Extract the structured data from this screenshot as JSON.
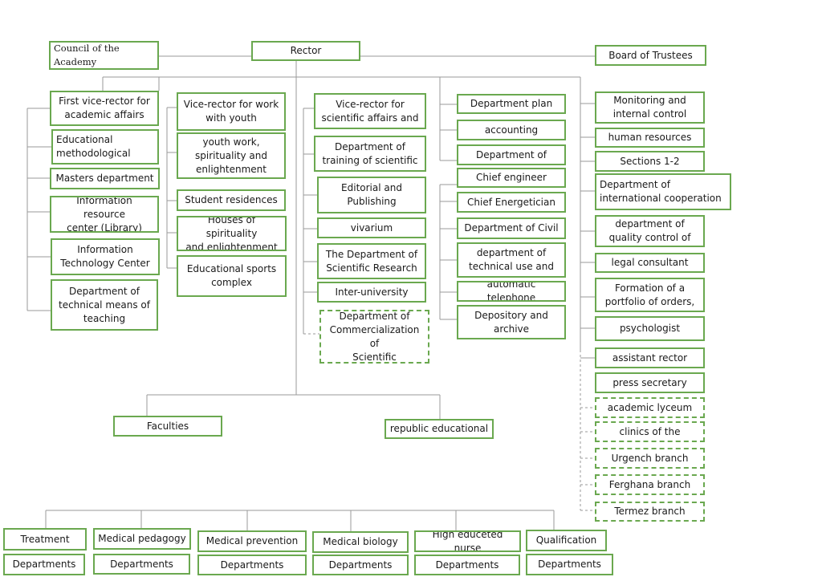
{
  "top": {
    "council": "Council of the Academy",
    "rector": "Rector",
    "board": "Board of Trustees"
  },
  "col1": [
    "First vice-rector for\nacademic affairs",
    "Educational\nmethodological",
    "Masters department",
    "Information resource\ncenter (Library)",
    "Information\nTechnology Center",
    "Department of\ntechnical means of\nteaching"
  ],
  "col2": [
    "Vice-rector for work\nwith youth",
    "youth work,\nspirituality and\nenlightenment",
    "Student residences",
    "Houses of spirituality\nand enlightenment",
    "Educational sports\ncomplex"
  ],
  "col3": [
    "Vice-rector for\nscientific affairs and",
    "Department of\ntraining of scientific",
    "Editorial and\nPublishing",
    "vivarium",
    "The Department of\nScientific Research",
    "Inter-university",
    "Department of\nCommercialization of\nScientific"
  ],
  "col4": [
    "Department plan",
    "accounting",
    "Department of",
    "Chief engineer",
    "Chief Energetician",
    "Department of Civil",
    "department of\ntechnical use and",
    "automatic telephone",
    "Depository and\narchive"
  ],
  "col5": [
    "Monitoring and\ninternal control",
    "human resources",
    "Sections 1-2",
    "Department of\ninternational cooperation",
    "department of\nquality control of",
    "legal consultant",
    "Formation of a\nportfolio of orders,",
    "psychologist",
    "assistant rector",
    "press secretary",
    "academic lyceum",
    "clinics of the",
    "Urgench branch",
    "Ferghana branch",
    "Termez branch"
  ],
  "mid": {
    "faculties": "Faculties",
    "republic": "republic educational"
  },
  "bottom": [
    {
      "name": "Treatment",
      "dept": "Departments"
    },
    {
      "name": "Medical pedagogy",
      "dept": "Departments"
    },
    {
      "name": "Medical prevention",
      "dept": "Departments"
    },
    {
      "name": "Medical biology",
      "dept": "Departments"
    },
    {
      "name": "High educeted nurse",
      "dept": "Departments"
    },
    {
      "name": "Qualification",
      "dept": "Departments"
    }
  ]
}
